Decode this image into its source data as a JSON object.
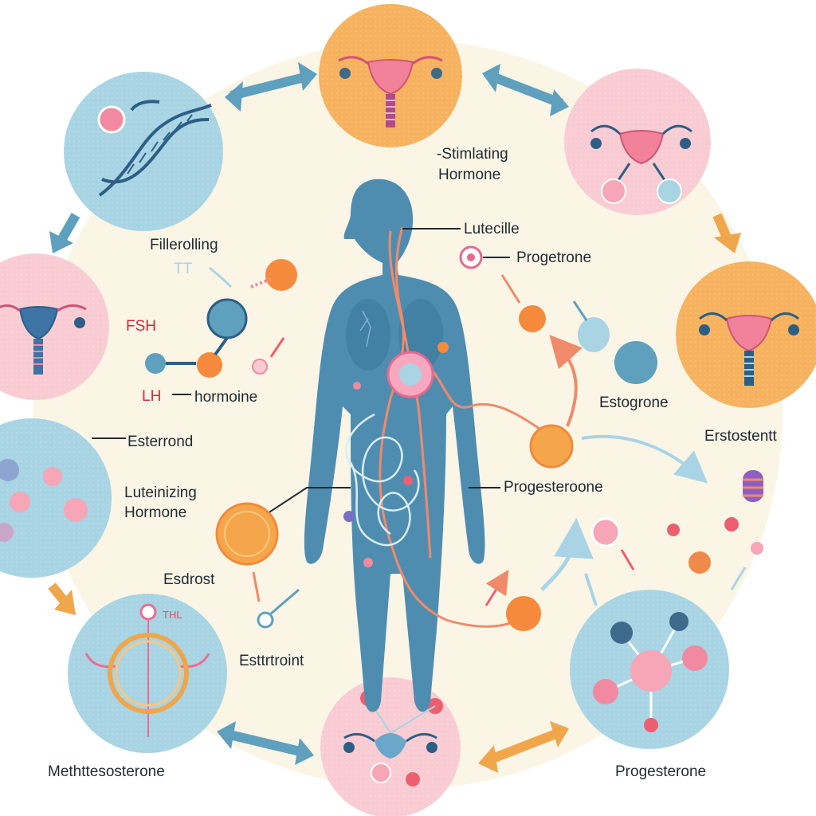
{
  "labels": {
    "stimulating": "-Stimlating",
    "hormone_top": "Hormone",
    "lutecille": "Lutecille",
    "progetrone": "Progetrone",
    "fillerolling": "Fillerolling",
    "tt": "TT",
    "fsh": "FSH",
    "lh": "LH",
    "hormoine": "hormoine",
    "esterrond": "Esterrond",
    "luteinizing": "Luteinizing",
    "hormone_left": "Hormone",
    "estogrone": "Estogrone",
    "erstostentt": "Erstostentt",
    "progesteroone": "Progesteroone",
    "esdrost": "Esdrost",
    "thl": "THL",
    "estrtroint": "Esttrtroint",
    "methtesosterone": "Methttesosterone",
    "progesterone_bottom": "Progesterone"
  },
  "colors": {
    "background_ring": "#fbf5e6",
    "body": "#4f8db0",
    "circle_blue": "#a8d4e4",
    "circle_pink": "#f9ccd4",
    "circle_orange": "#f6b25e",
    "arrow_blue": "#5ea0bd",
    "arrow_orange": "#f0a64a",
    "vessel": "#f08a6a",
    "hormone_orange": "#f58a3c"
  },
  "icons": [
    "uterus-icon",
    "dna-helix-icon",
    "ovary-icon",
    "cell-icon",
    "follicle-icon",
    "molecule-icon",
    "human-body-icon"
  ]
}
